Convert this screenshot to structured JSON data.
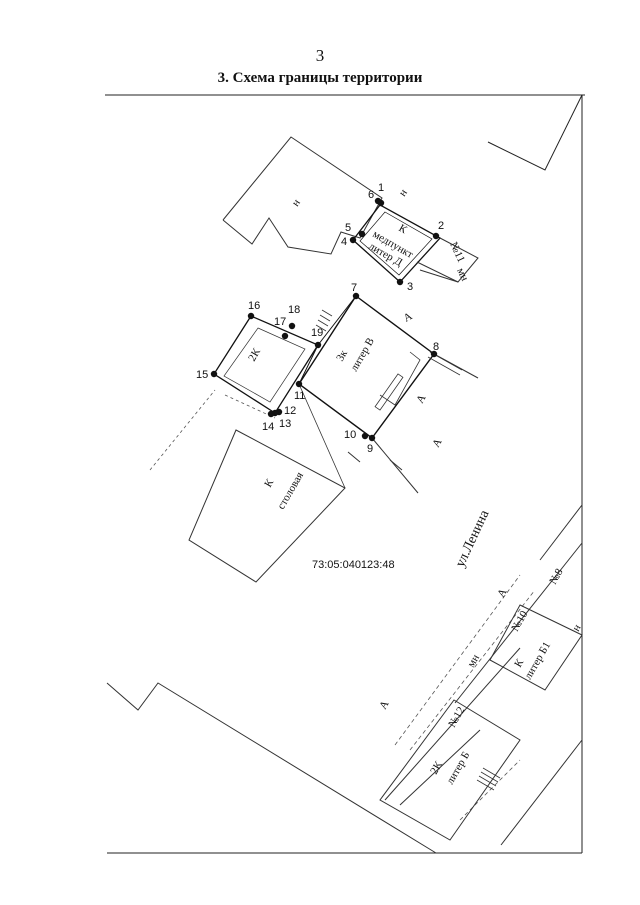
{
  "page_number": "3",
  "title": "3. Схема границы территории",
  "cadastral_number": "73:05:040123:48",
  "street_label": "ул.Ленина",
  "point_numbers": [
    "1",
    "2",
    "3",
    "4",
    "5",
    "6",
    "7",
    "8",
    "9",
    "10",
    "11",
    "12",
    "13",
    "14",
    "15",
    "16",
    "17",
    "18",
    "19"
  ],
  "buildings": {
    "medpunkt_type": "К",
    "medpunkt_name": "медпункт",
    "medpunkt_letter": "литер Д",
    "main_type": "3к",
    "main_letter": "литер В",
    "wing_type": "2К",
    "canteen_type": "К",
    "canteen_name": "столовая",
    "house_b_type": "2К",
    "house_b_letter": "литер Б",
    "house_b1_type": "К",
    "house_b1_letter": "литер Б1"
  },
  "house_numbers": {
    "n11": "№11",
    "n10": "№10",
    "n12": "№12",
    "n8": "№8"
  },
  "small_labels": {
    "n": "н",
    "mn": "мн",
    "a": "А"
  }
}
